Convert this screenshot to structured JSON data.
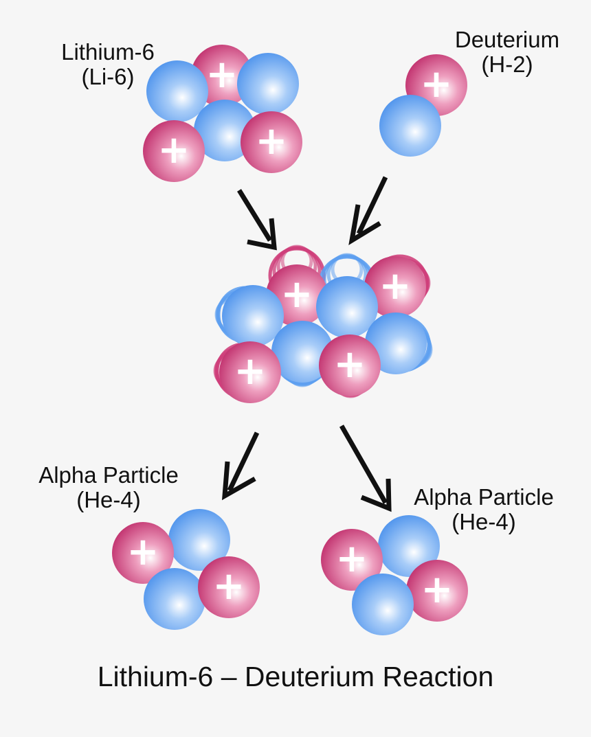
{
  "title": "Lithium-6 – Deuterium Reaction",
  "labels": {
    "lithium": {
      "name": "Lithium-6",
      "symbol": "(Li-6)"
    },
    "deuterium": {
      "name": "Deuterium",
      "symbol": "(H-2)"
    },
    "alpha_left": {
      "name": "Alpha Particle",
      "symbol": "(He-4)"
    },
    "alpha_right": {
      "name": "Alpha Particle",
      "symbol": "(He-4)"
    }
  },
  "legend_glyph": "+",
  "colors": {
    "proton": "#cf3f7a",
    "neutron": "#5d9ff0",
    "arrow": "#111111",
    "background": "#f6f6f6"
  }
}
